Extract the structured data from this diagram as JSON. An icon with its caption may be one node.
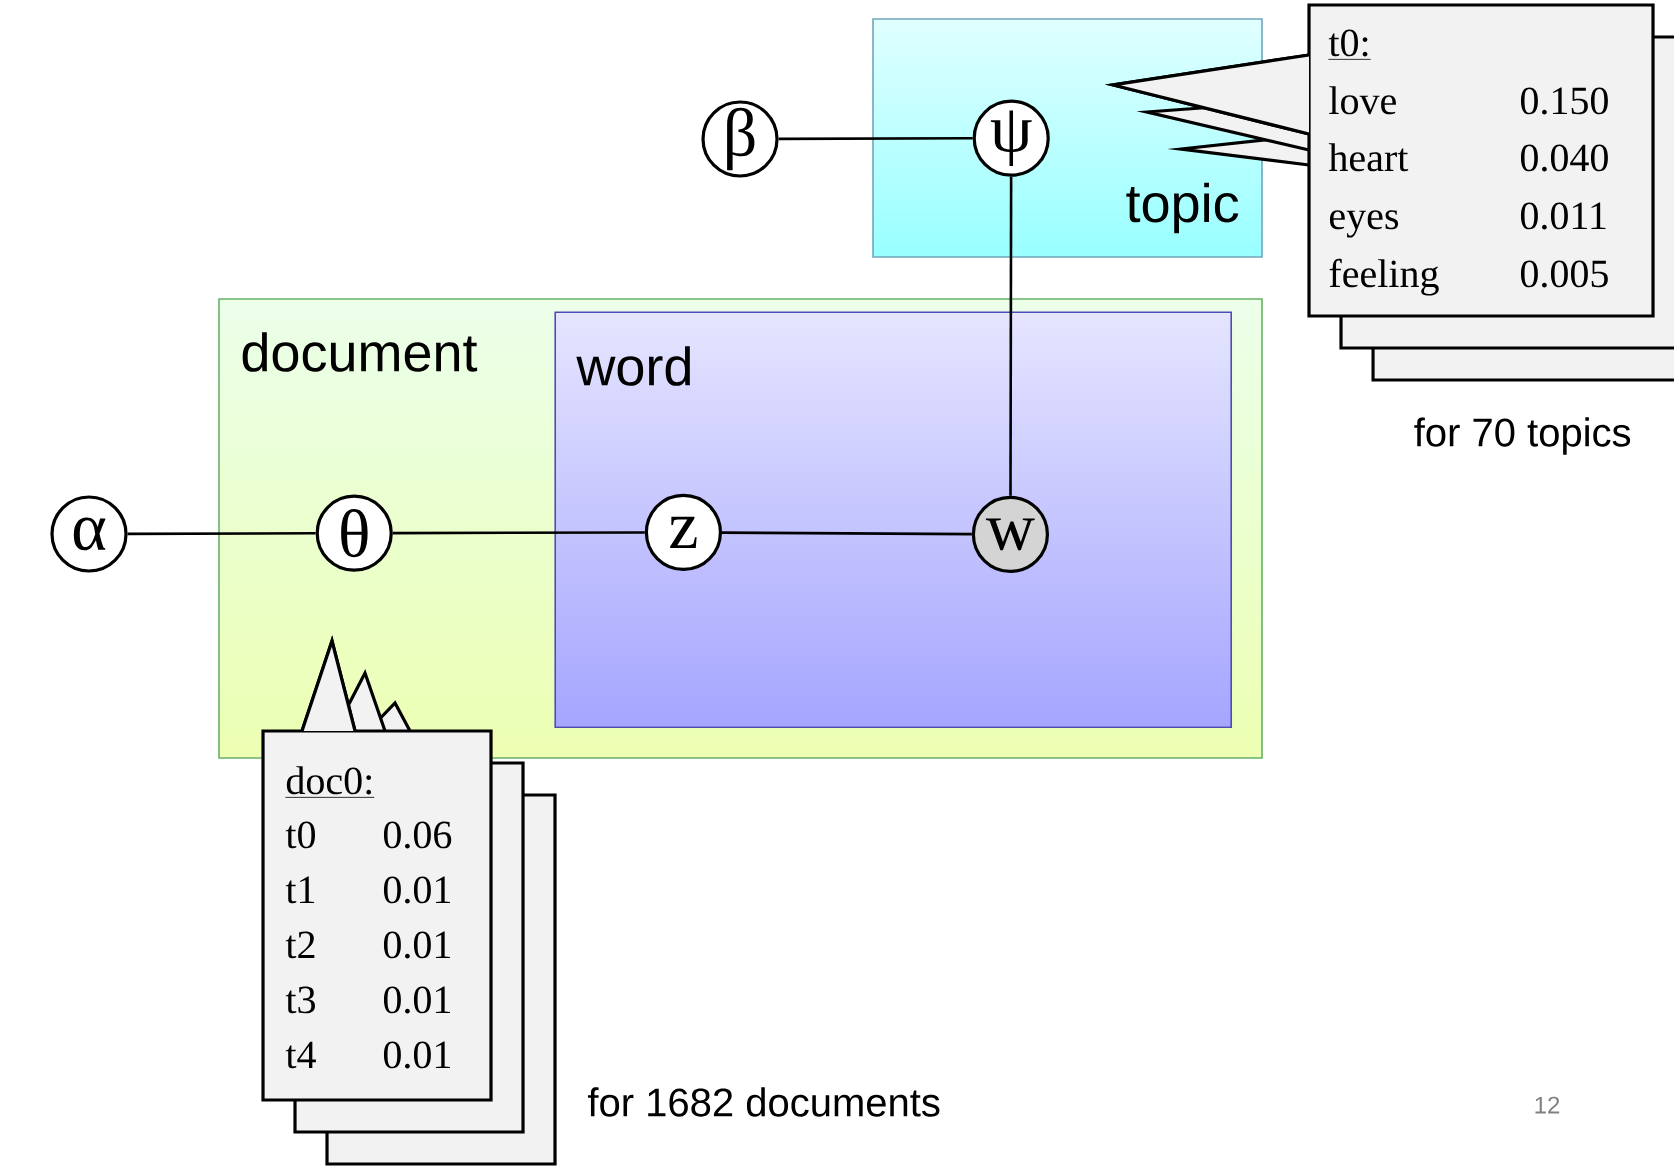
{
  "diagram": {
    "nodes": [
      {
        "text": [
          "document"
        ]
      },
      {
        "text": [
          "word"
        ],
        "in": 0
      },
      {
        "text": [
          "topic"
        ]
      },
      {
        "text": [
          "α"
        ]
      },
      {
        "text": [
          "θ"
        ],
        "in": 0
      },
      {
        "text": [
          "z"
        ],
        "in": 1
      },
      {
        "text": [
          "w"
        ],
        "in": 1
      },
      {
        "text": [
          "β"
        ]
      },
      {
        "text": [
          "ψ"
        ],
        "in": 2
      },
      {
        "text": [
          "doc0:",
          "t0",
          "0.06",
          "t1",
          "0.01",
          "t2",
          "0.01",
          "t3",
          "0.01",
          "t4",
          "0.01"
        ],
        "beside": [
          "for 1682 documents"
        ]
      },
      {
        "text": [
          "t0:",
          "love",
          "0.150",
          "heart",
          "0.040",
          "eyes",
          "0.011",
          "feeling",
          "0.005"
        ],
        "beside": [
          "for 70 topics"
        ]
      }
    ],
    "edges": [
      {
        "from": 3,
        "to": 4,
        "arrow": "none"
      },
      {
        "from": 4,
        "to": 5,
        "arrow": "none"
      },
      {
        "from": 5,
        "to": 6,
        "arrow": "none"
      },
      {
        "from": 7,
        "to": 8,
        "arrow": "none"
      },
      {
        "from": 8,
        "to": 6,
        "arrow": "none"
      }
    ],
    "labels": [
      "12"
    ]
  }
}
